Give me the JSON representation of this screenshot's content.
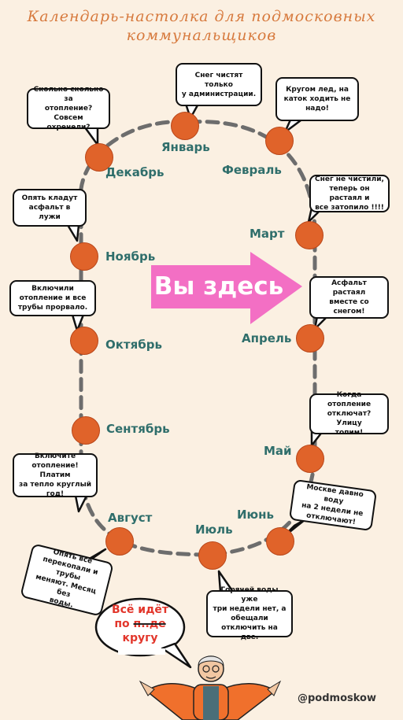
{
  "header": {
    "line1": "Календарь-настолка для подмосковных",
    "line2": "коммунальщиков"
  },
  "months": {
    "jan": "Январь",
    "feb": "Февраль",
    "mar": "Март",
    "apr": "Апрель",
    "may": "Май",
    "jun": "Июнь",
    "jul": "Июль",
    "aug": "Август",
    "sep": "Сентябрь",
    "oct": "Октябрь",
    "nov": "Ноябрь",
    "dec": "Декабрь"
  },
  "bubbles": {
    "jan": [
      "Снег чистят только",
      "у администрации."
    ],
    "feb": [
      "Кругом лед, на",
      "каток ходить не",
      "надо!"
    ],
    "mar": [
      "Снег не чистили,",
      "теперь он растаял и",
      "все затопило !!!!"
    ],
    "apr": [
      "Асфальт растаял",
      "вместе со снегом!"
    ],
    "may": [
      "Когда отопление",
      "отключат? Улицу",
      "топим!"
    ],
    "jun": [
      "Москве давно воду",
      "на 2 недели не",
      "отключают!"
    ],
    "jul": [
      "Горячей воды уже",
      "три недели нет, а",
      "обещали",
      "отключить на две."
    ],
    "aug": [
      "Опять все",
      "перекопали и трубы",
      "меняют. Месяц без",
      "воды."
    ],
    "sep": [
      "Включите",
      "отопление! Платим",
      "за тепло круглый",
      "год!"
    ],
    "oct": [
      "Включили",
      "отопление и все",
      "трубы прорвало."
    ],
    "nov": [
      "Опять кладут",
      "асфальт в лужи"
    ],
    "dec": [
      "Сколько сколько за",
      "отопление? Совсем",
      "охренели?"
    ]
  },
  "you_are_here": "Вы здесь",
  "speech": {
    "line1": "Всё идёт",
    "line2_plain": "по ",
    "line2_struck": "п..де",
    "line3": "кругу"
  },
  "handle": "@podmoskow",
  "colors": {
    "background": "#fbf0e2",
    "dot": "#e0632a",
    "month_text": "#2f6e6b",
    "title": "#d77a3e",
    "arrow": "#f36fc4",
    "speech_text": "#e2362b"
  }
}
